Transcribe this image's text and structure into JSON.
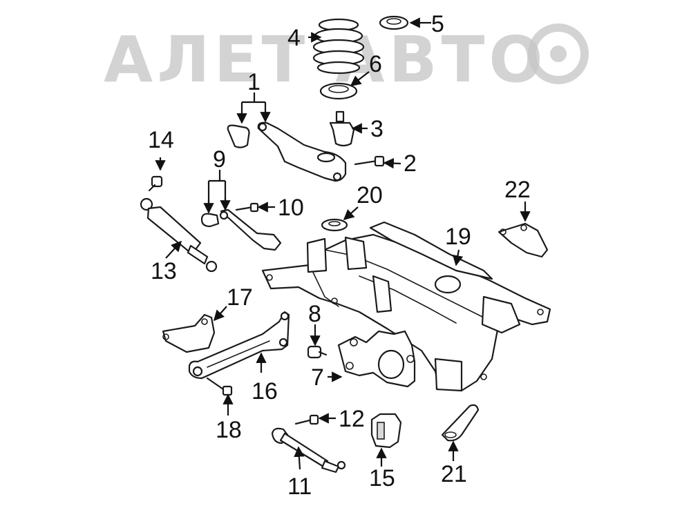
{
  "watermark": "АЛЕТ АВТО",
  "callouts": {
    "c1": "1",
    "c2": "2",
    "c3": "3",
    "c4": "4",
    "c5": "5",
    "c6": "6",
    "c7": "7",
    "c8": "8",
    "c9": "9",
    "c10": "10",
    "c11": "11",
    "c12": "12",
    "c13": "13",
    "c14": "14",
    "c15": "15",
    "c16": "16",
    "c17": "17",
    "c18": "18",
    "c19": "19",
    "c20": "20",
    "c21": "21",
    "c22": "22"
  },
  "colors": {
    "line": "#1a1a1a",
    "watermark": "#c7c7c7",
    "background": "#ffffff"
  }
}
